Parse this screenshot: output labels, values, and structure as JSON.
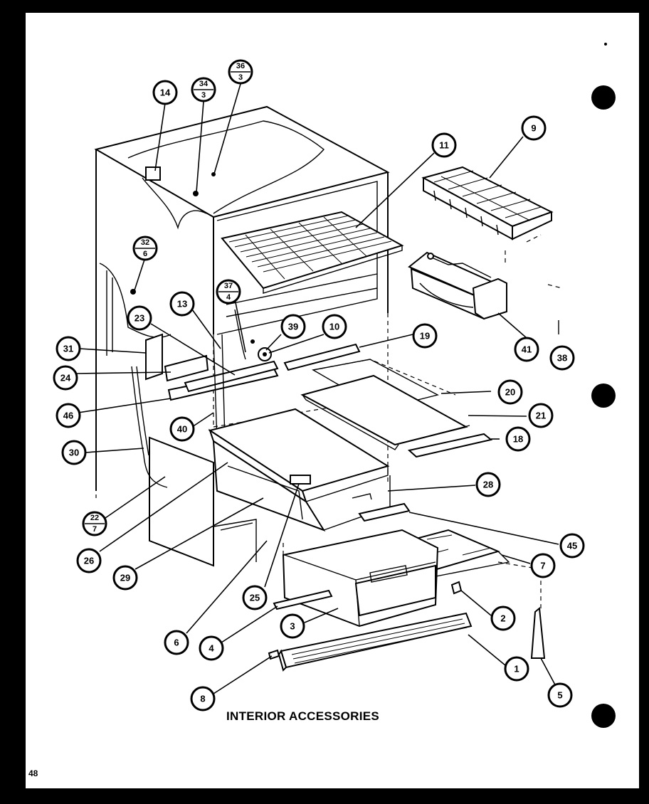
{
  "diagram": {
    "caption": "INTERIOR ACCESSORIES",
    "page_number": "48",
    "callouts": [
      {
        "id": "c14",
        "label": "14"
      },
      {
        "id": "c34",
        "top": "34",
        "bottom": "3"
      },
      {
        "id": "c36",
        "top": "36",
        "bottom": "3"
      },
      {
        "id": "c9",
        "label": "9"
      },
      {
        "id": "c11",
        "label": "11"
      },
      {
        "id": "c32",
        "top": "32",
        "bottom": "6"
      },
      {
        "id": "c13",
        "label": "13"
      },
      {
        "id": "c23",
        "label": "23"
      },
      {
        "id": "c37",
        "top": "37",
        "bottom": "4"
      },
      {
        "id": "c39",
        "label": "39"
      },
      {
        "id": "c10",
        "label": "10"
      },
      {
        "id": "c19",
        "label": "19"
      },
      {
        "id": "c41",
        "label": "41"
      },
      {
        "id": "c38",
        "label": "38"
      },
      {
        "id": "c31",
        "label": "31"
      },
      {
        "id": "c24",
        "label": "24"
      },
      {
        "id": "c20",
        "label": "20"
      },
      {
        "id": "c21",
        "label": "21"
      },
      {
        "id": "c46",
        "label": "46"
      },
      {
        "id": "c40",
        "label": "40"
      },
      {
        "id": "c18",
        "label": "18"
      },
      {
        "id": "c30",
        "label": "30"
      },
      {
        "id": "c28",
        "label": "28"
      },
      {
        "id": "c22",
        "top": "22",
        "bottom": "7"
      },
      {
        "id": "c45",
        "label": "45"
      },
      {
        "id": "c26",
        "label": "26"
      },
      {
        "id": "c29",
        "label": "29"
      },
      {
        "id": "c7",
        "label": "7"
      },
      {
        "id": "c25",
        "label": "25"
      },
      {
        "id": "c2",
        "label": "2"
      },
      {
        "id": "c3",
        "label": "3"
      },
      {
        "id": "c6",
        "label": "6"
      },
      {
        "id": "c4",
        "label": "4"
      },
      {
        "id": "c1",
        "label": "1"
      },
      {
        "id": "c8",
        "label": "8"
      },
      {
        "id": "c5",
        "label": "5"
      }
    ]
  }
}
